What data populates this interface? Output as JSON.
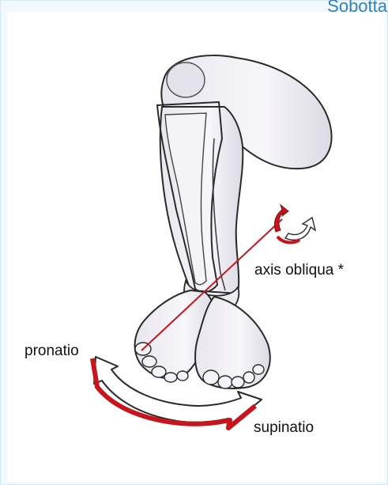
{
  "header": {
    "source_text": "Sobotta"
  },
  "diagram": {
    "labels": {
      "axis": "axis obliqua *",
      "pronation": "pronatio",
      "supination": "supinatio"
    },
    "colors": {
      "background": "#f2f9fd",
      "accent_blue": "#2f7fc1",
      "arrow_red": "#c8151b",
      "outline": "#2a2a2a"
    }
  }
}
